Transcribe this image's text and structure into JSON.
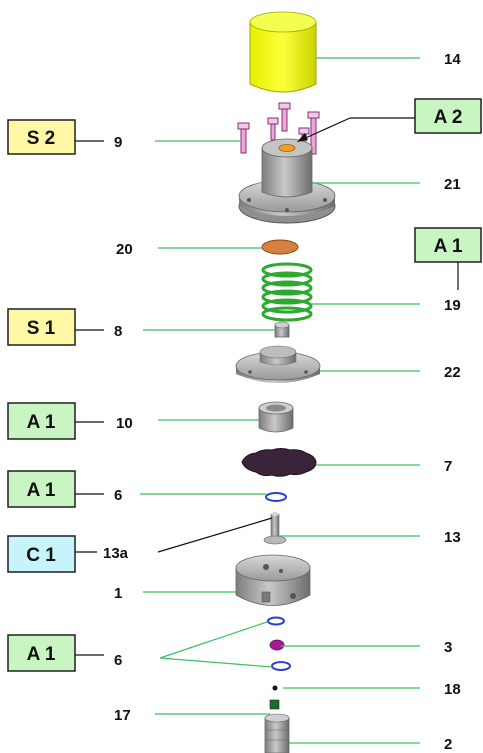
{
  "tag_colors": {
    "S": "#fff9a6",
    "A": "#c9f5c3",
    "C": "#c7f3fb",
    "border": "#1f1f1f"
  },
  "parts": [
    {
      "key": "p14",
      "number": "14"
    },
    {
      "key": "p9",
      "number": "9"
    },
    {
      "key": "p21",
      "number": "21"
    },
    {
      "key": "p20",
      "number": "20"
    },
    {
      "key": "p19",
      "number": "19"
    },
    {
      "key": "p8",
      "number": "8"
    },
    {
      "key": "p22",
      "number": "22"
    },
    {
      "key": "p10",
      "number": "10"
    },
    {
      "key": "p7",
      "number": "7"
    },
    {
      "key": "p6a",
      "number": "6"
    },
    {
      "key": "p13a",
      "number": "13a"
    },
    {
      "key": "p13",
      "number": "13"
    },
    {
      "key": "p1",
      "number": "1"
    },
    {
      "key": "p6b",
      "number": "6"
    },
    {
      "key": "p3",
      "number": "3"
    },
    {
      "key": "p18",
      "number": "18"
    },
    {
      "key": "p17",
      "number": "17"
    },
    {
      "key": "p2",
      "number": "2"
    }
  ],
  "tags": [
    {
      "key": "s2",
      "label": "S 2",
      "kind": "S"
    },
    {
      "key": "a2",
      "label": "A 2",
      "kind": "A"
    },
    {
      "key": "a1_top",
      "label": "A 1",
      "kind": "A"
    },
    {
      "key": "s1",
      "label": "S 1",
      "kind": "S"
    },
    {
      "key": "a1_10",
      "label": "A 1",
      "kind": "A"
    },
    {
      "key": "a1_6",
      "label": "A 1",
      "kind": "A"
    },
    {
      "key": "c1",
      "label": "C 1",
      "kind": "C"
    },
    {
      "key": "a1_bottom",
      "label": "A 1",
      "kind": "A"
    }
  ]
}
